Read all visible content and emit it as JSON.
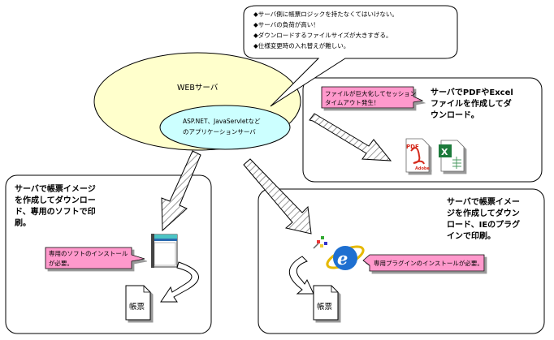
{
  "speech_bubble": {
    "lines": [
      "◆サーバ側に帳票ロジックを持たなくてはいけない。",
      "◆サーバの負荷が高い！",
      "◆ダウンロードするファイルサイズが大きすぎる。",
      "◆仕様変更時の入れ替えが難しい。"
    ]
  },
  "web_server": {
    "label": "WEBサーバ",
    "app_lines": [
      "ASP.NET、JavaServletなど",
      "のアプリケーションサーバ"
    ]
  },
  "box_pdf_excel": {
    "title_lines": [
      "サーバでPDFやExcel",
      "ファイルを作成してダ",
      "ウンロード。"
    ],
    "note_lines": [
      "ファイルが巨大化してセッション",
      "タイムアウト発生！"
    ],
    "pdf_icon": "pdf-file-icon",
    "excel_icon": "excel-file-icon"
  },
  "box_dedicated_software": {
    "title_lines": [
      "サーバで帳票イメージ",
      "を作成してダウンロー",
      "ド、専用のソフトで印",
      "刷。"
    ],
    "note_lines": [
      "専用のソフトのインストール",
      "が必要。"
    ],
    "output_label": "帳票",
    "app_icon": "dedicated-software-icon"
  },
  "box_ie_plugin": {
    "title_lines": [
      "サーバで帳票イメー",
      "ジを作成してダウン",
      "ロード、IEのプラグ",
      "インで印刷。"
    ],
    "note_lines": [
      "専用プラグインのインストールが必要。"
    ],
    "output_label": "帳票",
    "browser_icon": "internet-explorer-icon",
    "plugin_icon": "plugin-icon"
  },
  "colors": {
    "ellipse_yellow": "#ffffcc",
    "ellipse_cyan": "#ccffff",
    "note_pink": "#ff99cc",
    "ie_blue": "#1e6fd0",
    "pdf_red": "#d52b1e",
    "excel_green": "#1d7a3a"
  }
}
